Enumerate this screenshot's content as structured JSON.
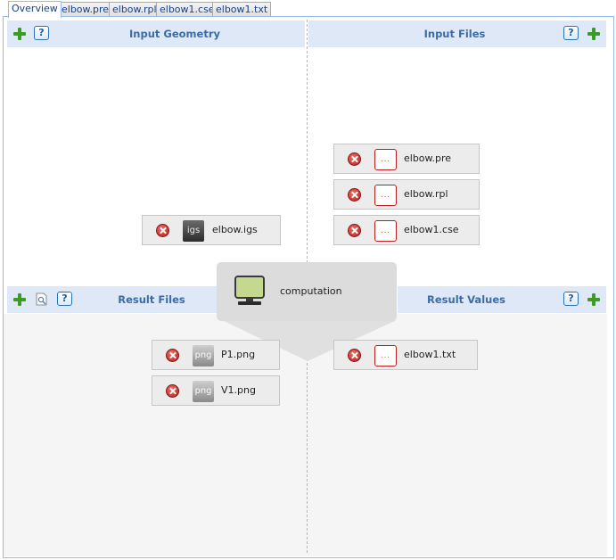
{
  "tabs": [
    {
      "label": "Overview",
      "active": true
    },
    {
      "label": "elbow.pre",
      "active": false
    },
    {
      "label": "elbow.rpl",
      "active": false
    },
    {
      "label": "elbow1.cse",
      "active": false
    },
    {
      "label": "elbow1.txt",
      "active": false
    }
  ],
  "sections": {
    "input_geometry": {
      "title": "Input Geometry",
      "help": "?"
    },
    "input_files": {
      "title": "Input Files",
      "help": "?"
    },
    "result_files": {
      "title": "Result Files",
      "help": "?"
    },
    "result_values": {
      "title": "Result Values",
      "help": "?"
    }
  },
  "input_geometry_items": [
    {
      "name": "elbow.igs",
      "icon_text": "igs"
    }
  ],
  "input_files_items": [
    {
      "name": "elbow.pre",
      "icon_text": "..."
    },
    {
      "name": "elbow.rpl",
      "icon_text": "..."
    },
    {
      "name": "elbow1.cse",
      "icon_text": "..."
    }
  ],
  "result_files_items": [
    {
      "name": "P1.png",
      "icon_text": "png"
    },
    {
      "name": "V1.png",
      "icon_text": "png"
    }
  ],
  "result_values_items": [
    {
      "name": "elbow1.txt",
      "icon_text": "..."
    }
  ],
  "computation": {
    "label": "computation"
  },
  "colors": {
    "header_bg": "#dfe8f6",
    "header_text": "#3d6ba5",
    "tab_text": "#15428b",
    "add_green": "#3a9b25",
    "remove_red": "#b81c16",
    "monitor_screen": "#c5d890"
  }
}
